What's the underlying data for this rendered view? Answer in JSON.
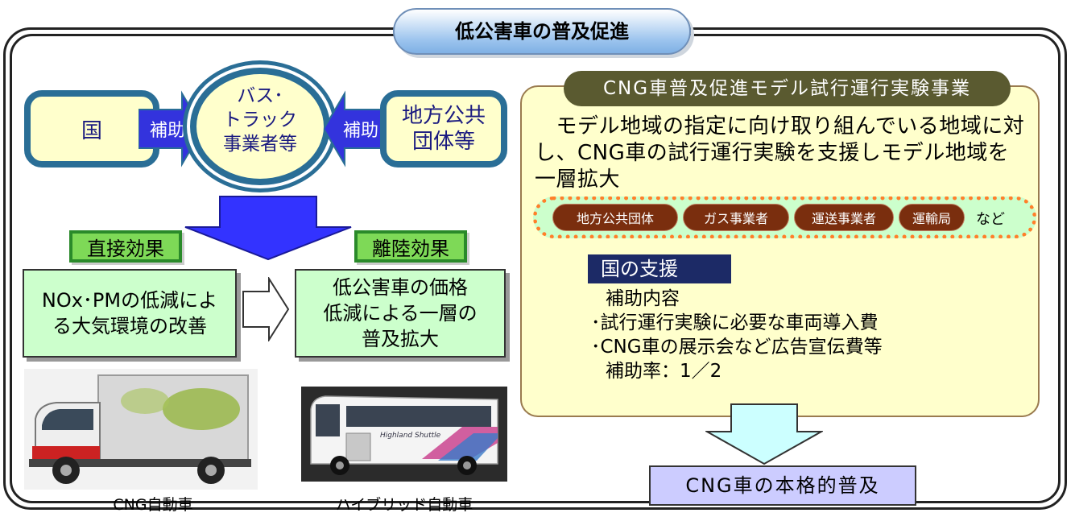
{
  "title": "低公害車の普及促進",
  "left": {
    "country": "国",
    "subsidy_left": "補助",
    "center_lines": [
      "バス･",
      "トラック",
      "事業者等"
    ],
    "subsidy_right": "補助",
    "local_gov_lines": [
      "地方公共",
      "団体等"
    ],
    "direct_effect": {
      "label": "直接効果",
      "lines": [
        "NOx･PMの低減によ",
        "る大気環境の改善"
      ]
    },
    "spin_off_effect": {
      "label": "離陸効果",
      "lines": [
        "低公害車の価格",
        "低減による一層の",
        "普及拡大"
      ]
    },
    "photo_truck_caption": "CNG自動車",
    "photo_bus_caption": "ハイブリッド自動車",
    "bus_side_text": "Highland Shuttle"
  },
  "right": {
    "header": "CNG車普及促進モデル試行運行実験事業",
    "intro_lines": [
      "　モデル地域の指定に向け取り組んでいる地域に対",
      "し、CNG車の試行運行実験を支援しモデル地域を",
      "一層拡大"
    ],
    "participants": [
      "地方公共団体",
      "ガス事業者",
      "運送事業者",
      "運輸局"
    ],
    "participants_suffix": "など",
    "support_title": "国の支援",
    "support_lines": [
      "補助内容",
      "･試行運行実験に必要な車両導入費",
      "･CNG車の展示会など広告宣伝費等",
      "補助率：1／2"
    ],
    "outcome": "CNG車の本格的普及"
  },
  "colors": {
    "frame": "#222222",
    "yellow_box": "#ffffcc",
    "box_border": "#2a6e96",
    "arrow_blue": "#3333dd",
    "effect_green": "#7ed957",
    "effect_box": "#ccffcc",
    "pill": "#7a2e0e",
    "support_title_bg": "#1c2a66",
    "outcome_bg": "#ccccff"
  }
}
